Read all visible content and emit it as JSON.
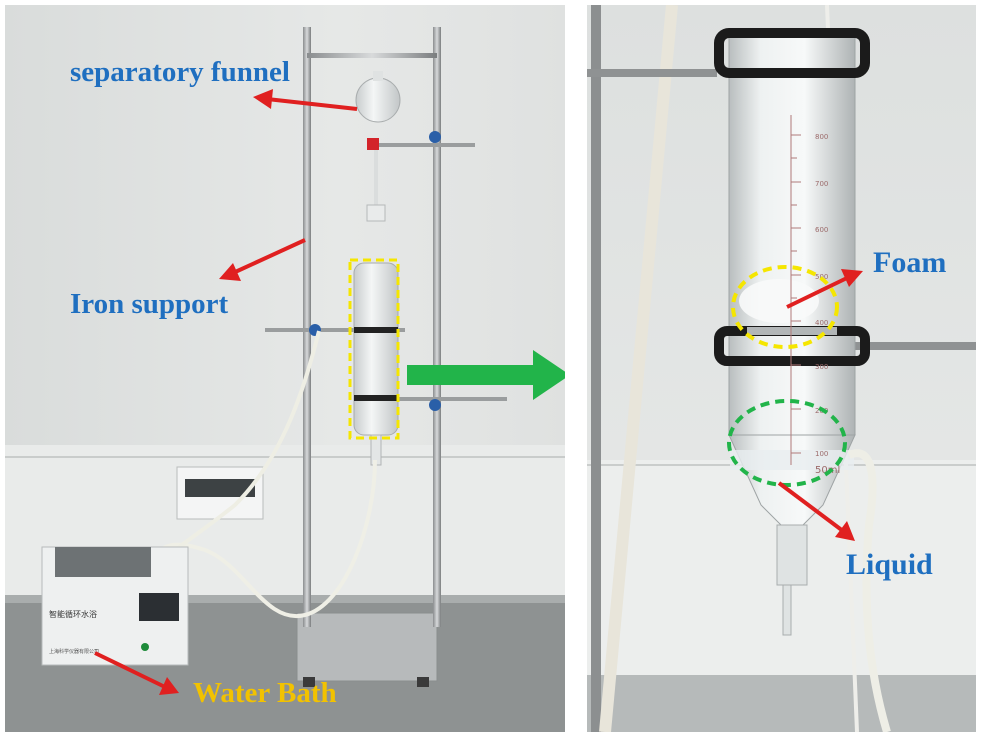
{
  "labels": {
    "separatory_funnel": "separatory funnel",
    "iron_support": "Iron support",
    "water_bath": "Water Bath",
    "foam": "Foam",
    "liquid": "Liquid"
  },
  "instrument_text": {
    "bath_title": "智能循环水浴",
    "bath_maker": "上海科学仪器有限公司"
  },
  "scale_marks": [
    "800",
    "700",
    "600",
    "500",
    "400",
    "300",
    "200",
    "100",
    "50ml"
  ],
  "colors": {
    "label_blue": "#1f6fc0",
    "label_yellow": "#f2c200",
    "pointer_red": "#e02020",
    "highlight_yellow": "#f5e600",
    "highlight_green": "#22b44a",
    "transfer_arrow_green": "#22b44a"
  }
}
